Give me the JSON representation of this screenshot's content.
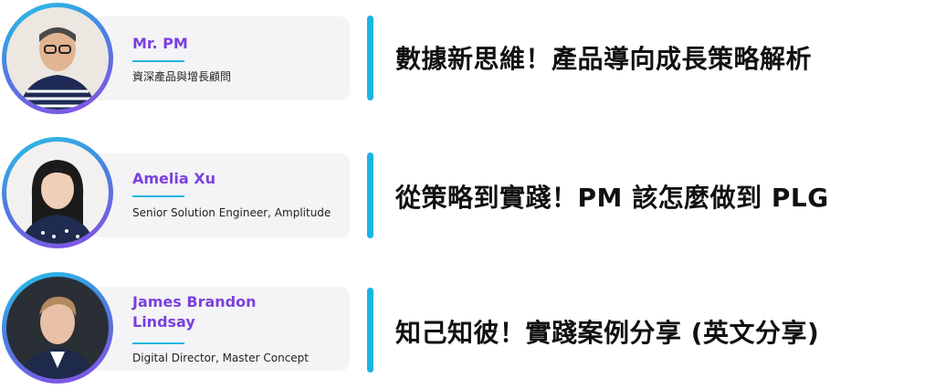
{
  "speakers": [
    {
      "name": "Mr. PM",
      "role": "資深產品與增長顧問",
      "talk": "數據新思維！產品導向成長策略解析"
    },
    {
      "name": "Amelia Xu",
      "role": "Senior Solution Engineer, Amplitude",
      "talk": "從策略到實踐！PM 該怎麼做到 PLG"
    },
    {
      "name": "James Brandon Lindsay",
      "role": "Digital Director, Master Concept",
      "talk": "知己知彼！實踐案例分享 (英文分享)"
    }
  ],
  "colors": {
    "name": "#7b40e0",
    "accent": "#1ab3e3",
    "card_bg": "#f4f4f6"
  }
}
